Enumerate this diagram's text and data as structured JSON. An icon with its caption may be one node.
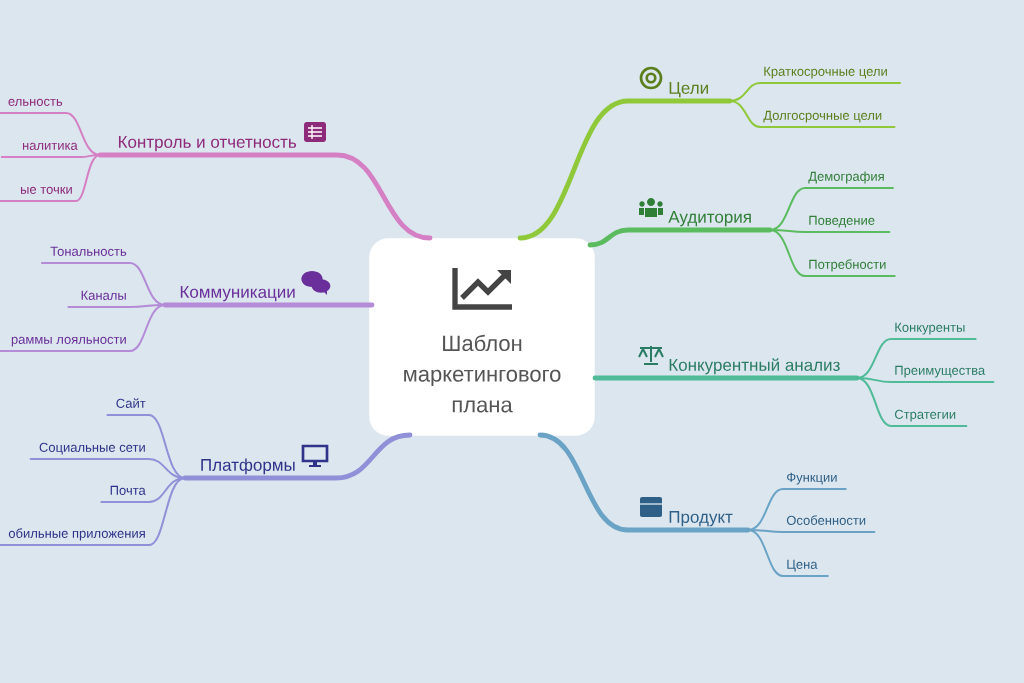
{
  "diagram": {
    "nodes": [
      {
        "text": [
          "Шаблон маркетингового плана"
        ]
      },
      {
        "text": [
          "Цели"
        ]
      },
      {
        "text": [
          "Краткосрочные цели"
        ]
      },
      {
        "text": [
          "Долгосрочные цели"
        ]
      },
      {
        "text": [
          "Аудитория"
        ]
      },
      {
        "text": [
          "Демография"
        ]
      },
      {
        "text": [
          "Поведение"
        ]
      },
      {
        "text": [
          "Потребности"
        ]
      },
      {
        "text": [
          "Конкурентный анализ"
        ]
      },
      {
        "text": [
          "Конкуренты"
        ]
      },
      {
        "text": [
          "Преимущества"
        ]
      },
      {
        "text": [
          "Стратегии"
        ]
      },
      {
        "text": [
          "Продукт"
        ]
      },
      {
        "text": [
          "Функции"
        ]
      },
      {
        "text": [
          "Особенности"
        ]
      },
      {
        "text": [
          "Цена"
        ]
      },
      {
        "text": [
          "Контроль и отчетность"
        ]
      },
      {
        "text": [
          "ельность"
        ]
      },
      {
        "text": [
          "налитика"
        ]
      },
      {
        "text": [
          "ые точки"
        ]
      },
      {
        "text": [
          "Коммуникации"
        ]
      },
      {
        "text": [
          "Тональность"
        ]
      },
      {
        "text": [
          "Каналы"
        ]
      },
      {
        "text": [
          "раммы лояльности"
        ]
      },
      {
        "text": [
          "Платформы"
        ]
      },
      {
        "text": [
          "Сайт"
        ]
      },
      {
        "text": [
          "Социальные сети"
        ]
      },
      {
        "text": [
          "Почта"
        ]
      },
      {
        "text": [
          "обильные приложения"
        ]
      }
    ],
    "edges": [
      {
        "from": 0,
        "to": 1,
        "arrow": "none",
        "style": "thick",
        "color": "#8fc93a"
      },
      {
        "from": 1,
        "to": 2,
        "arrow": "none",
        "color": "#8fc93a"
      },
      {
        "from": 1,
        "to": 3,
        "arrow": "none",
        "color": "#8fc93a"
      },
      {
        "from": 0,
        "to": 4,
        "arrow": "none",
        "style": "thick",
        "color": "#5bbb5f"
      },
      {
        "from": 4,
        "to": 5,
        "arrow": "none",
        "color": "#5bbb5f"
      },
      {
        "from": 4,
        "to": 6,
        "arrow": "none",
        "color": "#5bbb5f"
      },
      {
        "from": 4,
        "to": 7,
        "arrow": "none",
        "color": "#5bbb5f"
      },
      {
        "from": 0,
        "to": 8,
        "arrow": "none",
        "style": "thick",
        "color": "#4fbb98"
      },
      {
        "from": 8,
        "to": 9,
        "arrow": "none",
        "color": "#4fbb98"
      },
      {
        "from": 8,
        "to": 10,
        "arrow": "none",
        "color": "#4fbb98"
      },
      {
        "from": 8,
        "to": 11,
        "arrow": "none",
        "color": "#4fbb98"
      },
      {
        "from": 0,
        "to": 12,
        "arrow": "none",
        "style": "thick",
        "color": "#6aa3c6"
      },
      {
        "from": 12,
        "to": 13,
        "arrow": "none",
        "color": "#6aa3c6"
      },
      {
        "from": 12,
        "to": 14,
        "arrow": "none",
        "color": "#6aa3c6"
      },
      {
        "from": 12,
        "to": 15,
        "arrow": "none",
        "color": "#6aa3c6"
      },
      {
        "from": 0,
        "to": 16,
        "arrow": "none",
        "style": "thick",
        "color": "#d57fc4"
      },
      {
        "from": 16,
        "to": 17,
        "arrow": "none",
        "color": "#d57fc4"
      },
      {
        "from": 16,
        "to": 18,
        "arrow": "none",
        "color": "#d57fc4"
      },
      {
        "from": 16,
        "to": 19,
        "arrow": "none",
        "color": "#d57fc4"
      },
      {
        "from": 0,
        "to": 20,
        "arrow": "none",
        "style": "thick",
        "color": "#b48bd6"
      },
      {
        "from": 20,
        "to": 21,
        "arrow": "none",
        "color": "#b48bd6"
      },
      {
        "from": 20,
        "to": 22,
        "arrow": "none",
        "color": "#b48bd6"
      },
      {
        "from": 20,
        "to": 23,
        "arrow": "none",
        "color": "#b48bd6"
      },
      {
        "from": 0,
        "to": 24,
        "arrow": "none",
        "style": "thick",
        "color": "#8f90d8"
      },
      {
        "from": 24,
        "to": 25,
        "arrow": "none",
        "color": "#8f90d8"
      },
      {
        "from": 24,
        "to": 26,
        "arrow": "none",
        "color": "#8f90d8"
      },
      {
        "from": 24,
        "to": 27,
        "arrow": "none",
        "color": "#8f90d8"
      },
      {
        "from": 24,
        "to": 28,
        "arrow": "none",
        "color": "#8f90d8"
      }
    ]
  }
}
